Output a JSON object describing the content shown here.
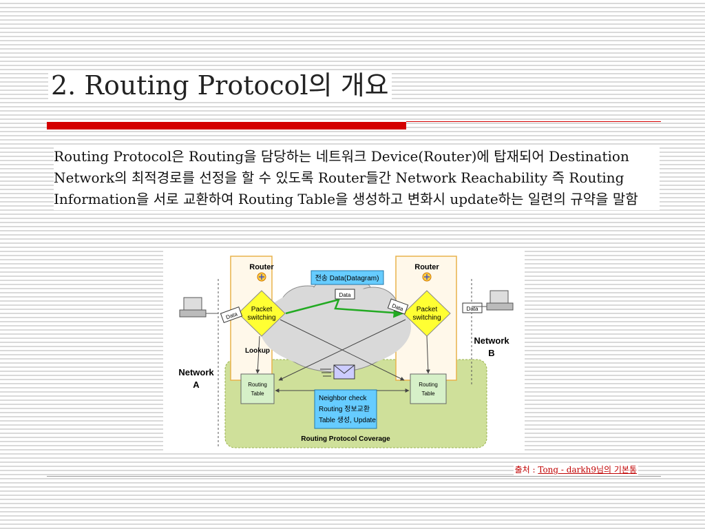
{
  "slide": {
    "title": "2. Routing Protocol의 개요",
    "body": "Routing Protocol은 Routing을 담당하는 네트워크 Device(Router)에 탑재되어 Destination Network의 최적경로를 선정을 할 수 있도록 Router들간 Network Reachability 즉 Routing Information을 서로 교환하여 Routing Table을 생성하고 변화시 update하는 일련의 규약을 말함",
    "source_label": "출처 : ",
    "source_link": "Tong - darkh9님의 기본통"
  },
  "diagram": {
    "router_left": "Router",
    "router_right": "Router",
    "packet_switching": [
      "Packet",
      "switching"
    ],
    "routing_table": [
      "Routing",
      "Table"
    ],
    "network_a": [
      "Network",
      "A"
    ],
    "network_b": [
      "Network",
      "B"
    ],
    "data_label": "Data",
    "datagram_box": "전송 Data(Datagram)",
    "lookup": "Lookup",
    "neighbor_box": [
      "Neighbor check",
      "Routing 정보교환",
      "Table 생성, Update"
    ],
    "coverage": "Routing Protocol Coverage"
  },
  "colors": {
    "title_bar": "#d40000",
    "coverage_fill": "#cfe09a",
    "router_box_fill": "#fff8ea",
    "router_box_border": "#e8b24a",
    "packet_switching_fill": "#ffff33",
    "routing_table_fill": "#d6f0c8",
    "info_box_fill": "#66ccff",
    "cloud_fill": "#d9d9d9",
    "link_green": "#22aa22",
    "source_text": "#c00000"
  }
}
